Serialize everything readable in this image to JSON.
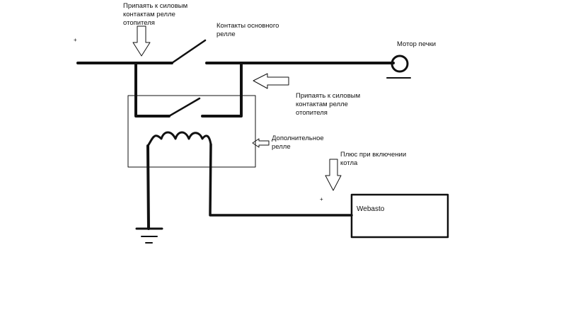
{
  "labels": {
    "solder_top": "Припаять  к силовым\nконтактам релле\nотопителя",
    "main_relay_contacts": "Контакты основного\nрелле",
    "heater_motor": "Мотор печки",
    "solder_right": "Припаять к силовым\nконтактам релле\nотопителя",
    "aux_relay": "Дополнительное\nрелле",
    "plus_on_boiler": "Плюс при включении\nкотла",
    "plus_top": "+",
    "plus_webasto": "+",
    "webasto": "Webasto"
  }
}
